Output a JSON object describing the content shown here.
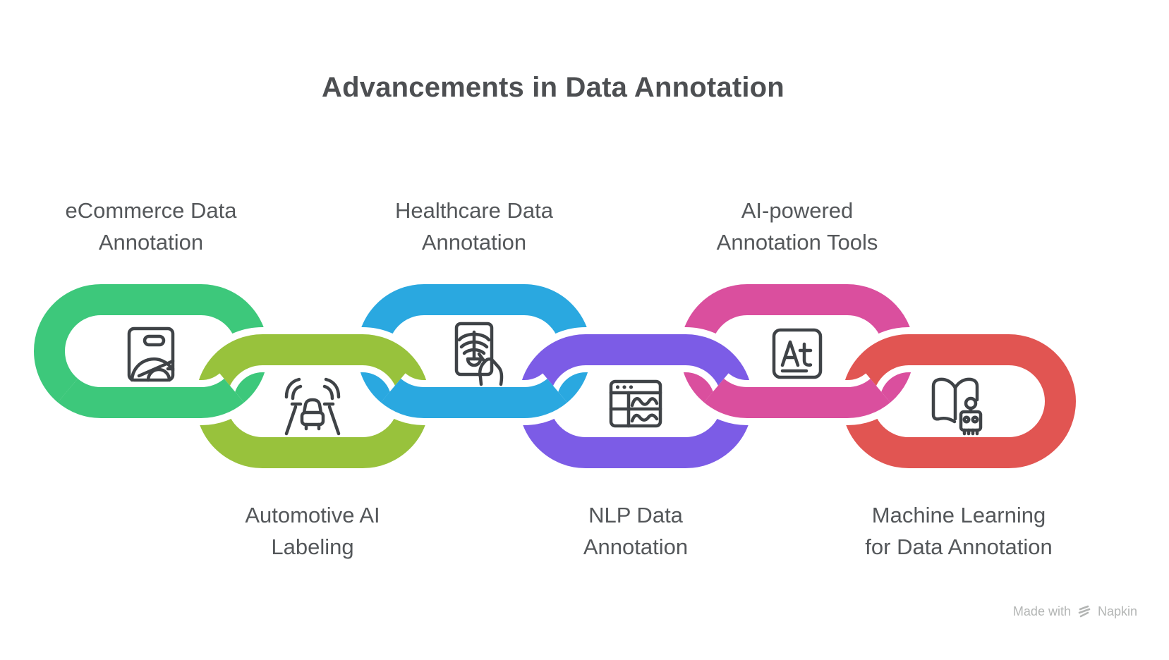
{
  "title": "Advancements in Data Annotation",
  "colors": {
    "background": "#ffffff",
    "title_text": "#4d4f52",
    "label_text": "#54575a",
    "icon_stroke": "#3f4347",
    "watermark_text": "#b3b5b4"
  },
  "nodes": [
    {
      "id": "ecommerce-data-annotation",
      "lines": [
        "eCommerce Data",
        "Annotation"
      ],
      "color": "#3dc87b",
      "icon": "shopping-bag-icon",
      "row": "top"
    },
    {
      "id": "automotive-ai-labeling",
      "lines": [
        "Automotive AI",
        "Labeling"
      ],
      "color": "#98c23c",
      "icon": "car-sensors-icon",
      "row": "bottom"
    },
    {
      "id": "healthcare-data-annotation",
      "lines": [
        "Healthcare Data",
        "Annotation"
      ],
      "color": "#2aa8e0",
      "icon": "xray-scan-icon",
      "row": "top"
    },
    {
      "id": "nlp-data-annotation",
      "lines": [
        "NLP Data",
        "Annotation"
      ],
      "color": "#7c5ce6",
      "icon": "text-window-icon",
      "row": "bottom"
    },
    {
      "id": "ai-powered-annotation-tools",
      "lines": [
        "AI-powered",
        "Annotation Tools"
      ],
      "color": "#da4f9e",
      "icon": "annotation-at-icon",
      "row": "top"
    },
    {
      "id": "machine-learning-for-data-annotation",
      "lines": [
        "Machine Learning",
        "for Data Annotation"
      ],
      "color": "#e15552",
      "icon": "book-robot-icon",
      "row": "bottom"
    }
  ],
  "watermark": {
    "made_with": "Made with",
    "brand": "Napkin"
  }
}
